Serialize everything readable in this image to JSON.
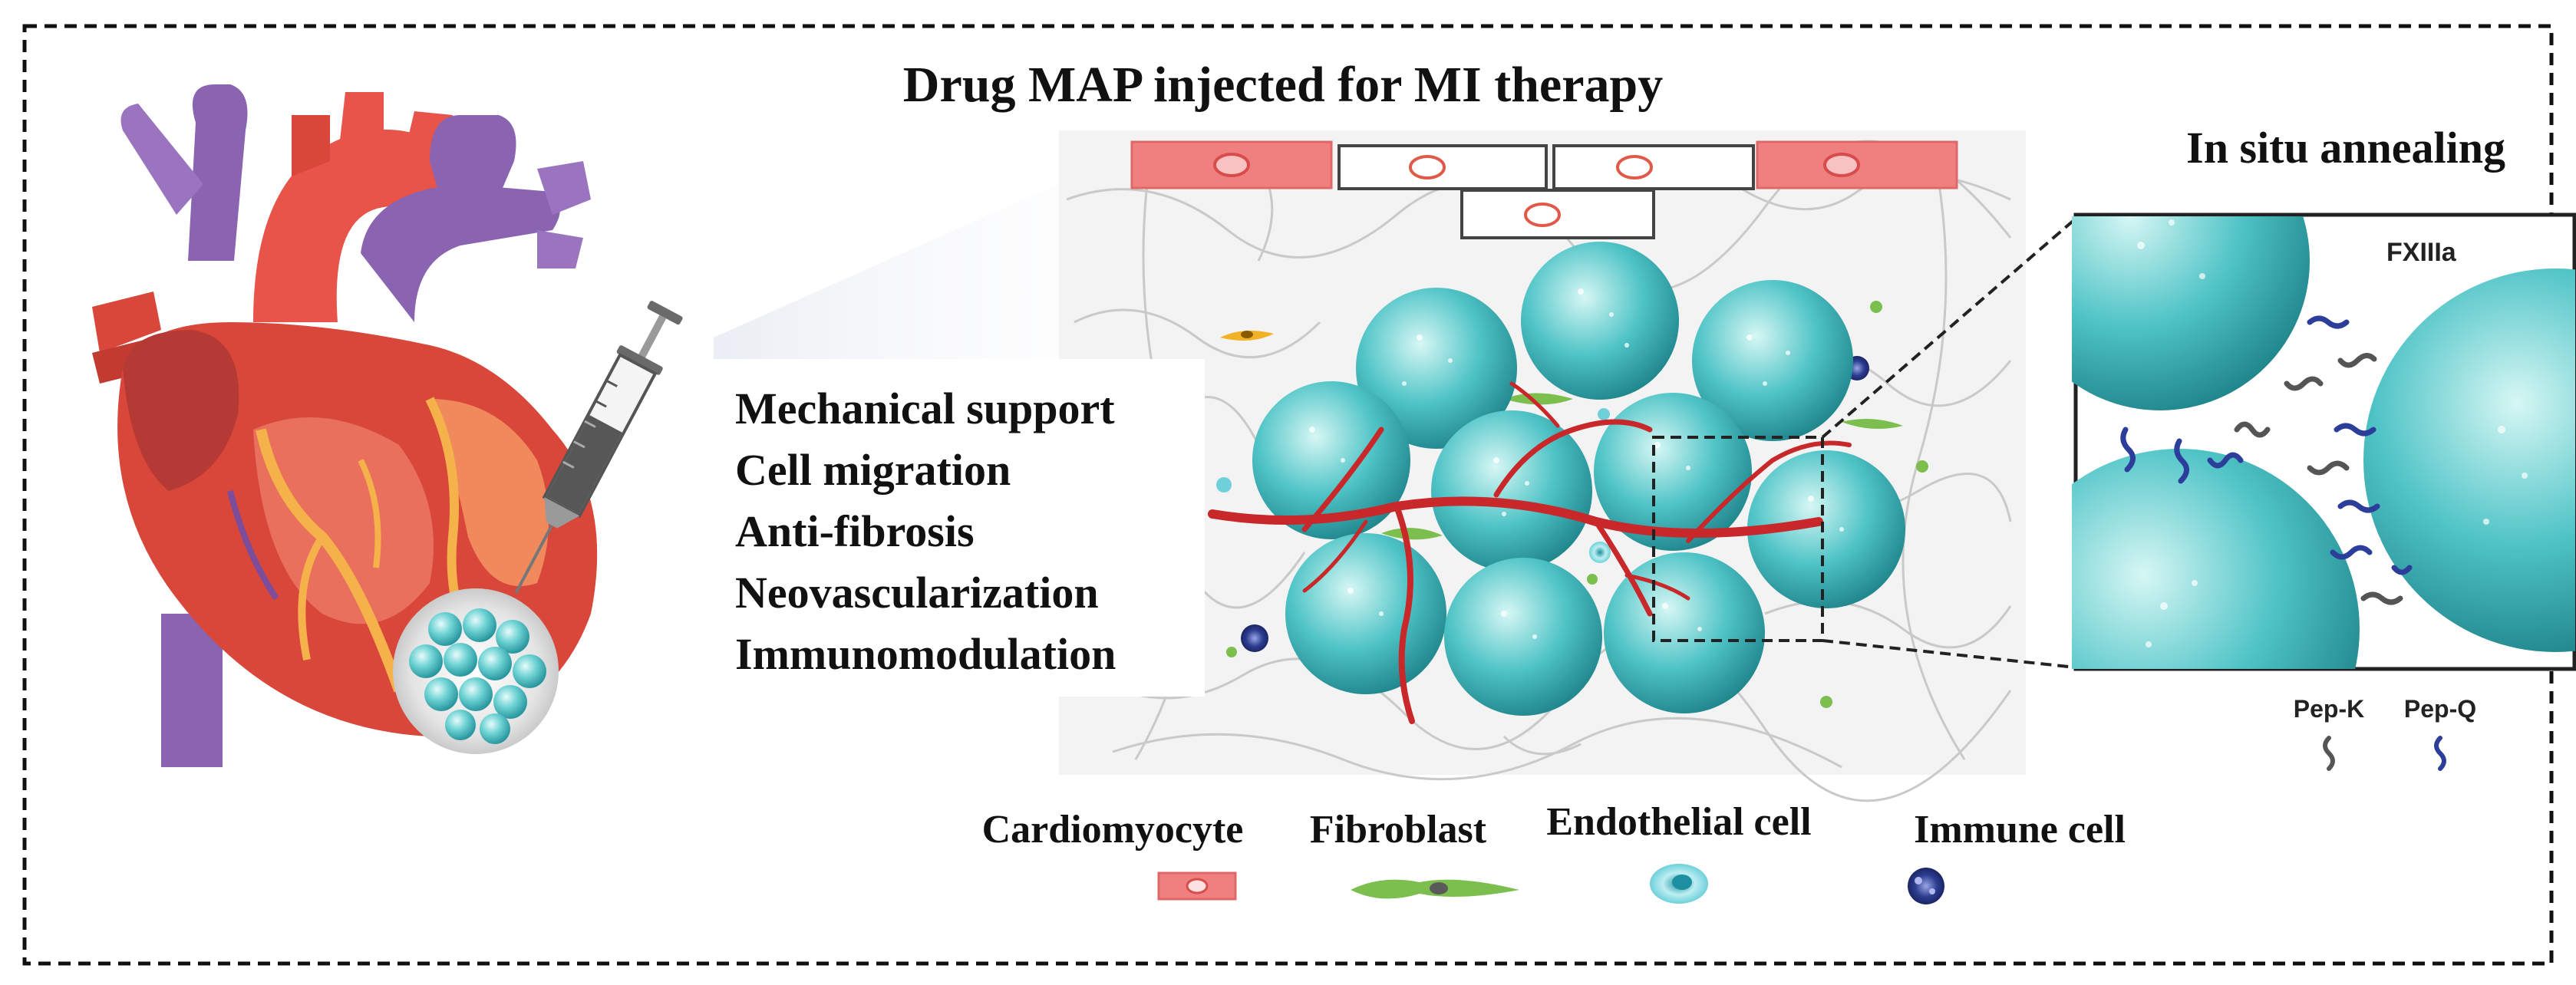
{
  "title": "Drug MAP injected for MI therapy",
  "inset_title": "In situ annealing",
  "functions": [
    "Mechanical support",
    "Cell migration",
    "Anti-fibrosis",
    "Neovascularization",
    "Immunomodulation"
  ],
  "enzyme_label": "FXIIIa",
  "peptides": [
    "Pep-K",
    "Pep-Q"
  ],
  "legend": [
    {
      "label": "Cardiomyocyte",
      "icon": "cardiomyocyte-icon"
    },
    {
      "label": "Fibroblast",
      "icon": "fibroblast-icon"
    },
    {
      "label": "Endothelial cell",
      "icon": "endothelial-cell-icon"
    },
    {
      "label": "Immune cell",
      "icon": "immune-cell-icon"
    }
  ],
  "colors": {
    "microgel": "#4ec3c6",
    "vessel": "#c8282a",
    "cardiomyocyte": "#f08080",
    "fibroblast": "#7cbf4e",
    "immune": "#2c3d8f",
    "heart_red": "#d9463a",
    "heart_vessel": "#8a64b0",
    "pep_k": "#555555",
    "pep_q": "#2c3d9a"
  }
}
